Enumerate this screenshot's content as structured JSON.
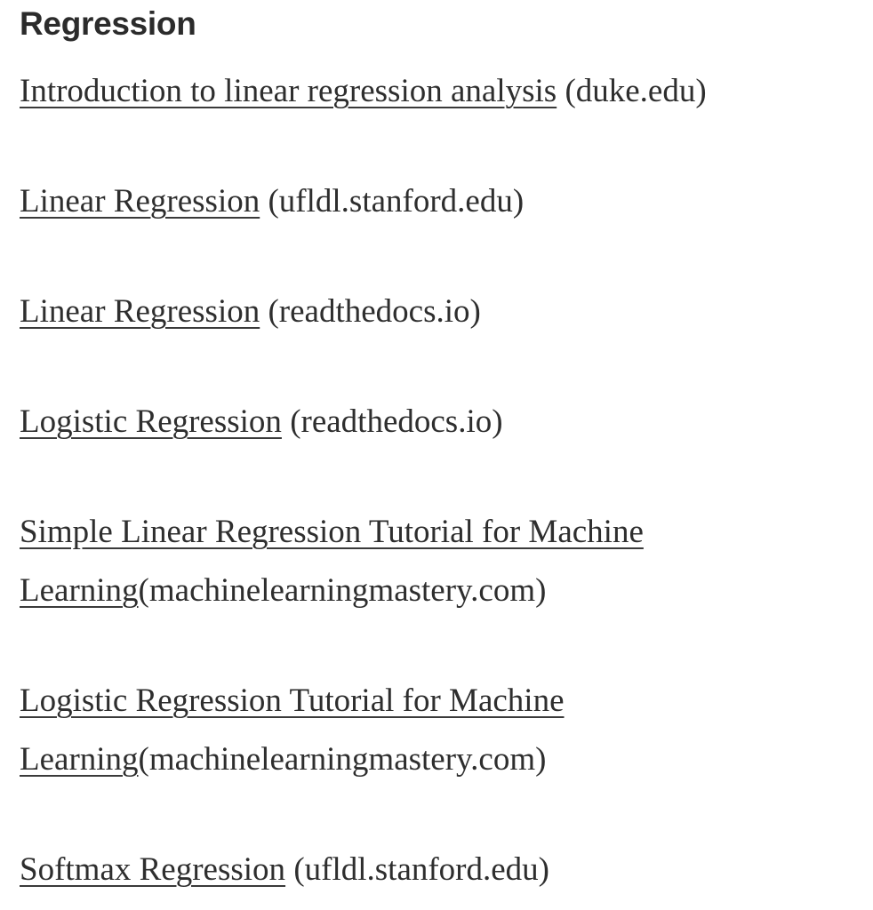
{
  "page": {
    "background_color": "#ffffff",
    "text_color": "#2e2e2e",
    "heading_color": "#2b2b2b"
  },
  "heading": {
    "text": "Regression"
  },
  "links": [
    {
      "title": "Introduction to linear regression analysis",
      "source": " (duke.edu)"
    },
    {
      "title": "Linear Regression",
      "source": " (ufldl.stanford.edu)"
    },
    {
      "title": "Linear Regression",
      "source": " (readthedocs.io)"
    },
    {
      "title": "Logistic Regression",
      "source": " (readthedocs.io)"
    },
    {
      "title": "Simple Linear Regression Tutorial for Machine Learning",
      "source": "(machinelearningmastery.com)"
    },
    {
      "title": "Logistic Regression Tutorial for Machine Learning",
      "source": "(machinelearningmastery.com)"
    },
    {
      "title": "Softmax Regression",
      "source": " (ufldl.stanford.edu)"
    }
  ]
}
